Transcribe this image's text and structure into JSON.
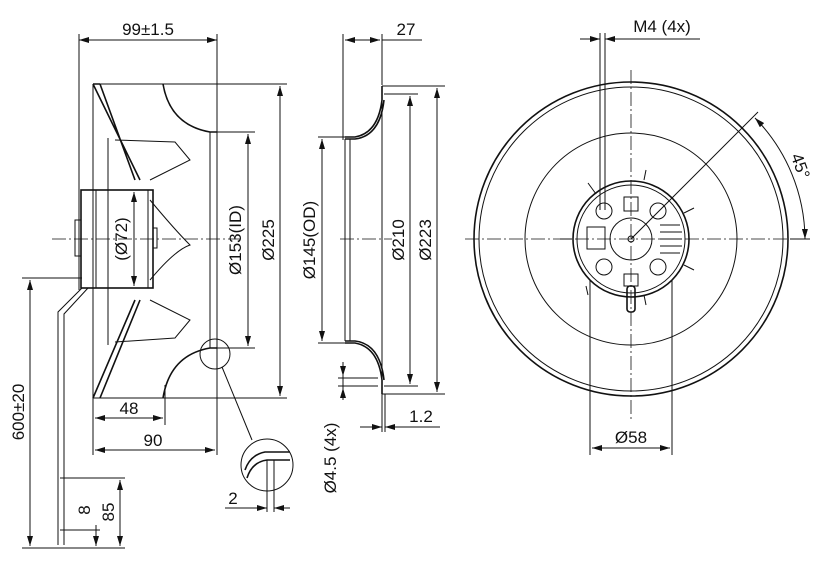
{
  "drawing": {
    "side_view": {
      "overall_length": "99±1.5",
      "motor_diameter": "(Ø72)",
      "inlet_inner_diameter": "Ø153(ID)",
      "impeller_diameter": "Ø225",
      "cable_length": "600±20",
      "blade_depth": "48",
      "mount_depth": "90",
      "wall_thickness": "2",
      "cable_strip_short": "8",
      "cable_strip_long": "85"
    },
    "inlet_ring_view": {
      "ring_depth": "27",
      "outer_diameter_small": "Ø145(OD)",
      "diameter_mid": "Ø210",
      "diameter_outer": "Ø223",
      "hole_diameter": "Ø4.5 (4x)",
      "flange_thickness": "1.2"
    },
    "front_view": {
      "thread": "M4 (4x)",
      "angle": "45°",
      "bolt_circle": "Ø58"
    }
  }
}
